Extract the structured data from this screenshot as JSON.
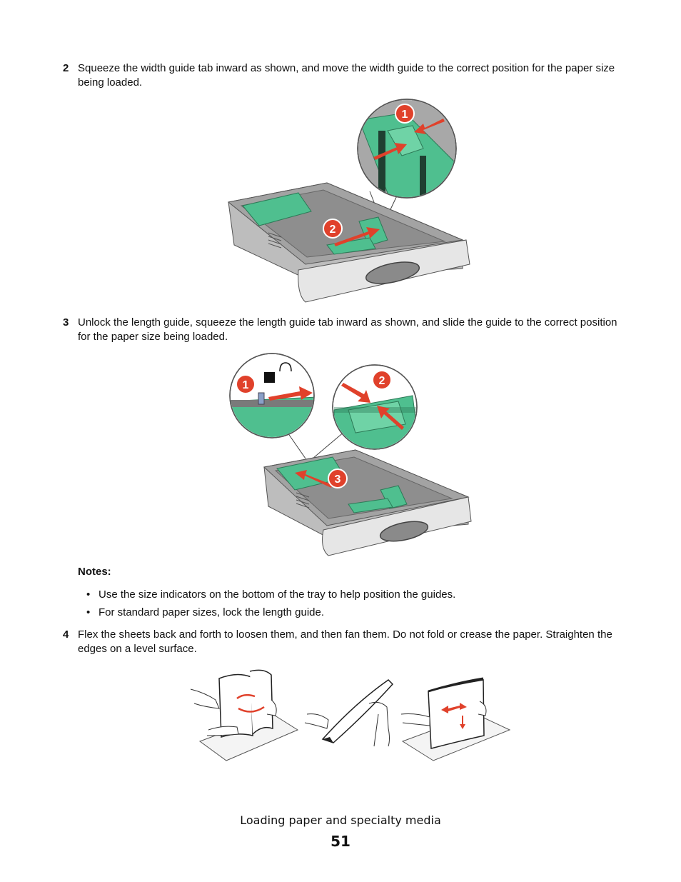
{
  "steps": [
    {
      "number": "2",
      "text": "Squeeze the width guide tab inward as shown, and move the width guide to the correct position for the paper size being loaded."
    },
    {
      "number": "3",
      "text": "Unlock the length guide, squeeze the length guide tab inward as shown, and slide the guide to the correct position for the paper size being loaded."
    },
    {
      "number": "4",
      "text": "Flex the sheets back and forth to loosen them, and then fan them. Do not fold or crease the paper. Straighten the edges on a level surface."
    }
  ],
  "figure1": {
    "callouts": [
      "1",
      "2"
    ]
  },
  "figure2": {
    "callouts": [
      "1",
      "2",
      "3"
    ]
  },
  "notes": {
    "title": "Notes:",
    "items": [
      "Use the size indicators on the bottom of the tray to help position the guides.",
      "For standard paper sizes, lock the length guide."
    ]
  },
  "footer": {
    "title": "Loading paper and specialty media",
    "page_number": "51"
  },
  "colors": {
    "accent_green": "#4fbf8f",
    "callout_red": "#e0412b",
    "tray_gray": "#9a9a9a"
  }
}
